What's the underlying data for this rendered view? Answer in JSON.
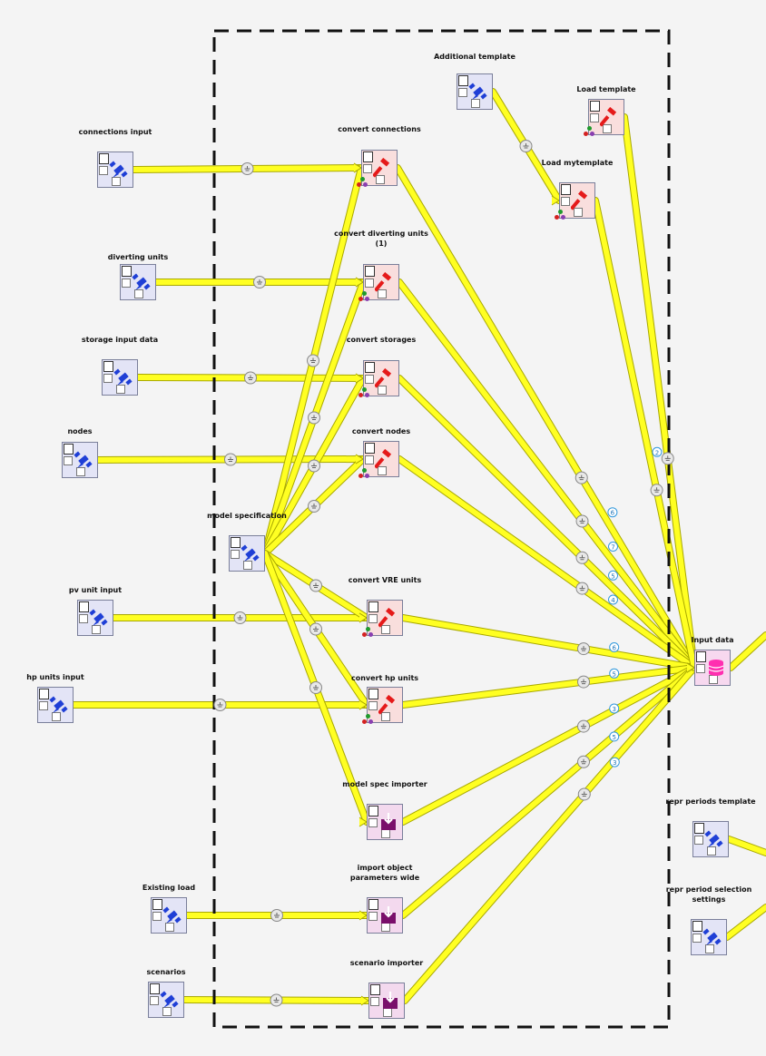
{
  "diagram": {
    "nodes": [
      {
        "id": "connections_input",
        "label": "connections input",
        "kind": "data",
        "num": "1"
      },
      {
        "id": "diverting_units",
        "label": "diverting units",
        "kind": "data",
        "num": "1"
      },
      {
        "id": "storage_input",
        "label": "storage input data",
        "kind": "data",
        "num": "1"
      },
      {
        "id": "nodes",
        "label": "nodes",
        "kind": "data",
        "num": "1"
      },
      {
        "id": "model_spec",
        "label": "model specification",
        "kind": "data",
        "num": "1"
      },
      {
        "id": "pv_unit",
        "label": "pv unit input",
        "kind": "data",
        "num": "1"
      },
      {
        "id": "hp_units",
        "label": "hp units input",
        "kind": "data",
        "num": "1"
      },
      {
        "id": "existing_load",
        "label": "Existing load",
        "kind": "data",
        "num": "1"
      },
      {
        "id": "scenarios",
        "label": "scenarios",
        "kind": "data",
        "num": "1"
      },
      {
        "id": "additional_template",
        "label": "Additional template",
        "kind": "data",
        "num": "1"
      },
      {
        "id": "load_template",
        "label": "Load template",
        "kind": "tool",
        "num": "1"
      },
      {
        "id": "load_mytemplate",
        "label": "Load mytemplate",
        "kind": "tool",
        "num": "2"
      },
      {
        "id": "convert_connections",
        "label": "convert connections",
        "kind": "tool",
        "num": "2"
      },
      {
        "id": "convert_diverting",
        "label": "convert diverting units (1)",
        "kind": "tool",
        "num": "2"
      },
      {
        "id": "convert_storages",
        "label": "convert storages",
        "kind": "tool",
        "num": "2"
      },
      {
        "id": "convert_nodes",
        "label": "convert nodes",
        "kind": "tool",
        "num": "2"
      },
      {
        "id": "convert_vre",
        "label": "convert VRE units",
        "kind": "tool",
        "num": "2"
      },
      {
        "id": "convert_hp",
        "label": "convert hp units",
        "kind": "tool",
        "num": "2"
      },
      {
        "id": "model_spec_importer",
        "label": "model spec importer",
        "kind": "importer",
        "num": "2"
      },
      {
        "id": "import_object_params",
        "label": "import object parameters wide",
        "kind": "importer",
        "num": "2"
      },
      {
        "id": "scenario_importer",
        "label": "scenario importer",
        "kind": "importer",
        "num": "2"
      },
      {
        "id": "input_data",
        "label": "Input data",
        "kind": "store",
        "num": "3"
      },
      {
        "id": "repr_periods_template",
        "label": "repr periods template",
        "kind": "data",
        "num": "1"
      },
      {
        "id": "repr_period_selection",
        "label": "repr period selection settings",
        "kind": "data",
        "num": "1"
      }
    ],
    "link_badges": [
      "6",
      "7",
      "5",
      "4",
      "2",
      "6",
      "5",
      "3",
      "5",
      "3"
    ],
    "colors": {
      "link": "#ffff00",
      "link_border": "#b8b800",
      "frame": "#000000",
      "data_bg": "#e3e4f6",
      "tool_bg": "#f9dedd",
      "importer_bg": "#f3d9ee",
      "badge": "#3399dd"
    },
    "icons": {
      "data": "satellite-icon",
      "tool": "hammer-icon",
      "importer": "import-icon",
      "store": "database-icon"
    }
  }
}
